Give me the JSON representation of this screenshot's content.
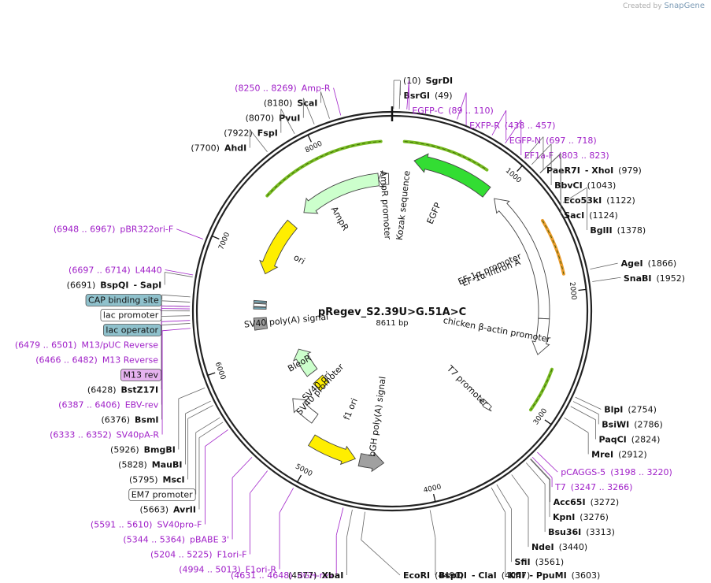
{
  "credit": {
    "prefix": "Created by",
    "brand": "SnapGene"
  },
  "plasmid": {
    "name": "pRegev_S2.39U>G.51A>C",
    "length_label": "8611 bp",
    "length": 8611
  },
  "ticks": [
    "1000",
    "2000",
    "3000",
    "4000",
    "5000",
    "6000",
    "7000",
    "8000"
  ],
  "colors": {
    "backbone": "#222222",
    "primer": "#a020c8",
    "egfp": "#33dd33",
    "ampr": "#ccffcc",
    "ori": "#ffee00",
    "f1ori": "#ffee00",
    "bleor": "#ccffcc",
    "promoter": "#ffffff",
    "orange_arc": "#e89a2a",
    "green_arc": "#77bb22",
    "gray_box": "#a0a0a0"
  },
  "features": [
    {
      "name": "EGFP",
      "start": 200,
      "end": 920,
      "track": 0,
      "dir": "-",
      "color": "#33dd33",
      "kind": "cds"
    },
    {
      "name": "EF-1α promoter",
      "start": 1010,
      "end": 2220,
      "track": 0,
      "dir": "-",
      "color": "#ffffff",
      "kind": "promoter"
    },
    {
      "name": "chicken β-actin promoter",
      "start": 2220,
      "end": 2550,
      "track": 0,
      "dir": "+",
      "color": "#ffffff",
      "kind": "promoter"
    },
    {
      "name": "T7 promoter",
      "start": 3200,
      "end": 3260,
      "track": 1,
      "dir": "+",
      "color": "#ffffff",
      "kind": "promoter"
    },
    {
      "name": "bGH poly(A) signal",
      "start": 4380,
      "end": 4600,
      "track": 0,
      "dir": "-",
      "color": "#a0a0a0",
      "kind": "box"
    },
    {
      "name": "f1 ori",
      "start": 4640,
      "end": 5070,
      "track": 0,
      "dir": "-",
      "color": "#ffee00",
      "kind": "cds"
    },
    {
      "name": "SV40 promoter",
      "start": 5160,
      "end": 5470,
      "track": 1,
      "dir": "+",
      "color": "#ffffff",
      "kind": "promoter"
    },
    {
      "name": "SV40 ori",
      "start": 5310,
      "end": 5440,
      "track": 2,
      "dir": "",
      "color": "#ffee00",
      "kind": "box"
    },
    {
      "name": "BleoR",
      "start": 5560,
      "end": 5930,
      "track": 2,
      "dir": "+",
      "color": "#ccffcc",
      "kind": "cds"
    },
    {
      "name": "SV40 poly(A) signal",
      "start": 6270,
      "end": 6390,
      "track": 1,
      "dir": "",
      "color": "#a0a0a0",
      "kind": "box"
    },
    {
      "name": "lac operator",
      "start": 6480,
      "end": 6500,
      "track": 1,
      "dir": "",
      "color": "#7ab0c0",
      "kind": "box"
    },
    {
      "name": "lac promoter",
      "start": 6505,
      "end": 6535,
      "track": 1,
      "dir": "",
      "color": "#ffffff",
      "kind": "box"
    },
    {
      "name": "CAP binding site",
      "start": 6545,
      "end": 6565,
      "track": 1,
      "dir": "",
      "color": "#7ab0c0",
      "kind": "box"
    },
    {
      "name": "ori",
      "start": 6850,
      "end": 7440,
      "track": 1,
      "dir": "-",
      "color": "#ffee00",
      "kind": "cds"
    },
    {
      "name": "AmpR",
      "start": 7610,
      "end": 8470,
      "track": 1,
      "dir": "-",
      "color": "#ccffcc",
      "kind": "cds"
    },
    {
      "name": "AmpR promoter",
      "start": 8470,
      "end": 8575,
      "track": 1,
      "dir": "-",
      "color": "#ffffff",
      "kind": "promoter"
    }
  ],
  "inner_labels": [
    {
      "text": "Kozak sequence",
      "pos": 150
    },
    {
      "text": "EF-1α intron A",
      "pos": 1650
    },
    {
      "text": "AmpR promoter",
      "pos": 8520
    },
    {
      "text": "AmpR",
      "pos": 7900
    },
    {
      "text": "ori",
      "pos": 7150
    },
    {
      "text": "SV40 poly(A) signal",
      "pos": 6330
    },
    {
      "text": "BleoR",
      "pos": 5750
    },
    {
      "text": "SV40 promoter",
      "pos": 5320
    },
    {
      "text": "SV40 ori",
      "pos": 5380
    },
    {
      "text": "f1 ori",
      "pos": 4850
    },
    {
      "text": "bGH poly(A) signal",
      "pos": 4490
    },
    {
      "text": "T7 promoter",
      "pos": 3230
    },
    {
      "text": "chicken β-actin promoter",
      "pos": 2400
    },
    {
      "text": "EF-1α promoter",
      "pos": 1600
    },
    {
      "text": "EGFP",
      "pos": 560
    }
  ],
  "sites": [
    {
      "pos": 10,
      "side": "R",
      "primer": false,
      "parts": [
        "(10)",
        "SgrDI"
      ]
    },
    {
      "pos": 49,
      "side": "R",
      "primer": false,
      "parts": [
        "BsrGI",
        "(49)"
      ]
    },
    {
      "pos": 100,
      "side": "R",
      "primer": true,
      "parts": [
        "EGFP-C",
        "(89 .. 110)"
      ]
    },
    {
      "pos": 448,
      "side": "R",
      "primer": true,
      "parts": [
        "EXFP-R",
        "(438 .. 457)"
      ]
    },
    {
      "pos": 708,
      "side": "R",
      "primer": true,
      "parts": [
        "EGFP-N",
        "(697 .. 718)"
      ]
    },
    {
      "pos": 813,
      "side": "R",
      "primer": true,
      "parts": [
        "EF1a-F",
        "(803 .. 823)"
      ]
    },
    {
      "pos": 979,
      "side": "R",
      "primer": false,
      "parts": [
        "PaeR7I",
        "- XhoI",
        "(979)"
      ]
    },
    {
      "pos": 1043,
      "side": "R",
      "primer": false,
      "parts": [
        "BbvCI",
        "(1043)"
      ]
    },
    {
      "pos": 1122,
      "side": "R",
      "primer": false,
      "parts": [
        "Eco53kI",
        "(1122)"
      ]
    },
    {
      "pos": 1124,
      "side": "R",
      "primer": false,
      "parts": [
        "SacI",
        "(1124)"
      ]
    },
    {
      "pos": 1378,
      "side": "R",
      "primer": false,
      "parts": [
        "BglII",
        "(1378)"
      ]
    },
    {
      "pos": 1866,
      "side": "R",
      "primer": false,
      "parts": [
        "AgeI",
        "(1866)"
      ]
    },
    {
      "pos": 1952,
      "side": "R",
      "primer": false,
      "parts": [
        "SnaBI",
        "(1952)"
      ]
    },
    {
      "pos": 2754,
      "side": "R",
      "primer": false,
      "parts": [
        "BlpI",
        "(2754)"
      ]
    },
    {
      "pos": 2786,
      "side": "R",
      "primer": false,
      "parts": [
        "BsiWI",
        "(2786)"
      ]
    },
    {
      "pos": 2824,
      "side": "R",
      "primer": false,
      "parts": [
        "PaqCI",
        "(2824)"
      ]
    },
    {
      "pos": 2912,
      "side": "R",
      "primer": false,
      "parts": [
        "MreI",
        "(2912)"
      ]
    },
    {
      "pos": 3209,
      "side": "R",
      "primer": true,
      "parts": [
        "pCAGGS-5",
        "(3198 .. 3220)"
      ]
    },
    {
      "pos": 3256,
      "side": "R",
      "primer": true,
      "parts": [
        "T7",
        "(3247 .. 3266)"
      ]
    },
    {
      "pos": 3272,
      "side": "R",
      "primer": false,
      "parts": [
        "Acc65I",
        "(3272)"
      ]
    },
    {
      "pos": 3276,
      "side": "R",
      "primer": false,
      "parts": [
        "KpnI",
        "(3276)"
      ]
    },
    {
      "pos": 3313,
      "side": "R",
      "primer": false,
      "parts": [
        "Bsu36I",
        "(3313)"
      ]
    },
    {
      "pos": 3440,
      "side": "R",
      "primer": false,
      "parts": [
        "NdeI",
        "(3440)"
      ]
    },
    {
      "pos": 3561,
      "side": "R",
      "primer": false,
      "parts": [
        "SfiI",
        "(3561)"
      ]
    },
    {
      "pos": 3603,
      "side": "R",
      "primer": false,
      "parts": [
        "KflI",
        "- PpuMI",
        "(3603)"
      ]
    },
    {
      "pos": 4047,
      "side": "R",
      "primer": false,
      "parts": [
        "BspDI",
        "- ClaI",
        "(4047)"
      ]
    },
    {
      "pos": 4490,
      "side": "R",
      "primer": false,
      "parts": [
        "EcoRI",
        "(4490)"
      ]
    },
    {
      "pos": 4577,
      "side": "L",
      "primer": false,
      "parts": [
        "(4577)",
        "XbaI"
      ]
    },
    {
      "pos": 4640,
      "side": "L",
      "primer": true,
      "parts": [
        "(4631 .. 4648)",
        "BGH-rev"
      ]
    },
    {
      "pos": 5004,
      "side": "L",
      "primer": true,
      "parts": [
        "(4994 .. 5013)",
        "F1ori-R"
      ]
    },
    {
      "pos": 5215,
      "side": "L",
      "primer": true,
      "parts": [
        "(5204 .. 5225)",
        "F1ori-F"
      ]
    },
    {
      "pos": 5354,
      "side": "L",
      "primer": true,
      "parts": [
        "(5344 .. 5364)",
        "pBABE 3'"
      ]
    },
    {
      "pos": 5601,
      "side": "L",
      "primer": true,
      "parts": [
        "(5591 .. 5610)",
        "SV40pro-F"
      ]
    },
    {
      "pos": 5663,
      "side": "L",
      "primer": false,
      "parts": [
        "(5663)",
        "AvrII"
      ]
    },
    {
      "pos": 5700,
      "side": "L",
      "primer": false,
      "boxed": true,
      "fill": "#ffffff",
      "parts": [
        "EM7 promoter"
      ]
    },
    {
      "pos": 5795,
      "side": "L",
      "primer": false,
      "parts": [
        "(5795)",
        "MscI"
      ]
    },
    {
      "pos": 5828,
      "side": "L",
      "primer": false,
      "parts": [
        "(5828)",
        "MauBI"
      ]
    },
    {
      "pos": 5926,
      "side": "L",
      "primer": false,
      "parts": [
        "(5926)",
        "BmgBI"
      ]
    },
    {
      "pos": 6342,
      "side": "L",
      "primer": true,
      "parts": [
        "(6333 .. 6352)",
        "SV40pA-R"
      ]
    },
    {
      "pos": 6376,
      "side": "L",
      "primer": false,
      "parts": [
        "(6376)",
        "BsmI"
      ]
    },
    {
      "pos": 6396,
      "side": "L",
      "primer": true,
      "parts": [
        "(6387 .. 6406)",
        "EBV-rev"
      ]
    },
    {
      "pos": 6428,
      "side": "L",
      "primer": false,
      "parts": [
        "(6428)",
        "BstZ17I"
      ]
    },
    {
      "pos": 6460,
      "side": "L",
      "primer": false,
      "boxed": true,
      "fill": "#e6b3f0",
      "parts": [
        "M13 rev"
      ]
    },
    {
      "pos": 6474,
      "side": "L",
      "primer": true,
      "parts": [
        "(6466 .. 6482)",
        "M13 Reverse"
      ]
    },
    {
      "pos": 6490,
      "side": "L",
      "primer": false,
      "boxed": true,
      "fill": "#8fc1cc",
      "parts": [
        "lac operator"
      ]
    },
    {
      "pos": 6490,
      "side": "L",
      "primer": true,
      "parts": [
        "(6479 .. 6501)",
        "M13/pUC Reverse"
      ]
    },
    {
      "pos": 6520,
      "side": "L",
      "primer": false,
      "boxed": true,
      "fill": "#ffffff",
      "parts": [
        "lac promoter"
      ]
    },
    {
      "pos": 6555,
      "side": "L",
      "primer": false,
      "boxed": true,
      "fill": "#8fc1cc",
      "parts": [
        "CAP binding site"
      ]
    },
    {
      "pos": 6691,
      "side": "L",
      "primer": false,
      "parts": [
        "(6691)",
        "BspQI",
        "- SapI"
      ]
    },
    {
      "pos": 6705,
      "side": "L",
      "primer": true,
      "parts": [
        "(6697 .. 6714)",
        "L4440"
      ]
    },
    {
      "pos": 6957,
      "side": "L",
      "primer": true,
      "parts": [
        "(6948 .. 6967)",
        "pBR322ori-F"
      ]
    },
    {
      "pos": 7700,
      "side": "L",
      "primer": false,
      "parts": [
        "(7700)",
        "AhdI"
      ]
    },
    {
      "pos": 7922,
      "side": "L",
      "primer": false,
      "parts": [
        "(7922)",
        "FspI"
      ]
    },
    {
      "pos": 8070,
      "side": "L",
      "primer": false,
      "parts": [
        "(8070)",
        "PvuI"
      ]
    },
    {
      "pos": 8180,
      "side": "L",
      "primer": false,
      "parts": [
        "(8180)",
        "ScaI"
      ]
    },
    {
      "pos": 8259,
      "side": "L",
      "primer": true,
      "parts": [
        "(8250 .. 8269)",
        "Amp-R"
      ]
    }
  ]
}
